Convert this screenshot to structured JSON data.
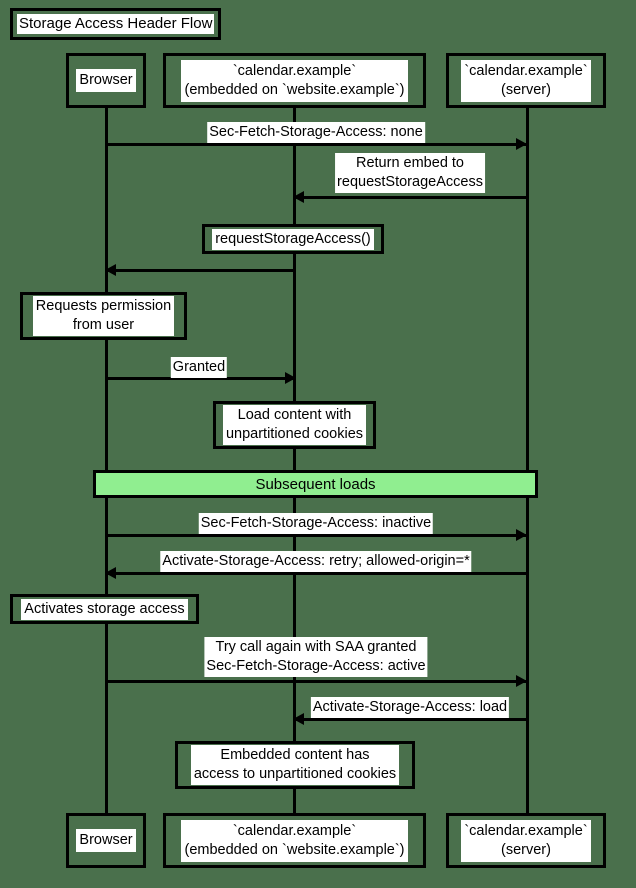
{
  "diagram": {
    "type": "sequence-diagram",
    "title": "Storage Access Header Flow",
    "background_color": "#4a704c",
    "accent_color": "#90ee90",
    "line_color": "#000000",
    "note_fill": "#ffffff"
  },
  "participants": [
    {
      "id": "browser",
      "label": "Browser"
    },
    {
      "id": "embed",
      "label": "`calendar.example`\n(embedded on `website.example`)"
    },
    {
      "id": "server",
      "label": "`calendar.example`\n(server)"
    }
  ],
  "messages": [
    {
      "id": "m1",
      "from": "browser",
      "to": "server",
      "direction": "right",
      "label": "Sec-Fetch-Storage-Access: none"
    },
    {
      "id": "m2",
      "from": "server",
      "to": "embed",
      "direction": "left",
      "label": "Return embed to\nrequestStorageAccess"
    },
    {
      "id": "m3",
      "from": "embed",
      "to": "browser",
      "direction": "left",
      "label": ""
    },
    {
      "id": "m4",
      "from": "browser",
      "to": "embed",
      "direction": "right",
      "label": "Granted"
    },
    {
      "id": "m5",
      "from": "browser",
      "to": "server",
      "direction": "right",
      "label": "Sec-Fetch-Storage-Access: inactive"
    },
    {
      "id": "m6",
      "from": "server",
      "to": "browser",
      "direction": "left",
      "label": "Activate-Storage-Access: retry; allowed-origin=*"
    },
    {
      "id": "m7",
      "from": "browser",
      "to": "server",
      "direction": "right",
      "label": "Try call again with SAA granted\nSec-Fetch-Storage-Access: active"
    },
    {
      "id": "m8",
      "from": "server",
      "to": "embed",
      "direction": "left",
      "label": "Activate-Storage-Access: load"
    }
  ],
  "notes": [
    {
      "id": "n1",
      "over": "embed",
      "text": "requestStorageAccess()"
    },
    {
      "id": "n2",
      "over": "browser",
      "text": "Requests permission\nfrom user"
    },
    {
      "id": "n3",
      "over": "embed",
      "text": "Load content with\nunpartitioned cookies"
    },
    {
      "id": "n4",
      "over": "browser",
      "text": "Activates storage access"
    },
    {
      "id": "n5",
      "over": "embed",
      "text": "Embedded content has\naccess to unpartitioned cookies"
    }
  ],
  "sections": [
    {
      "id": "s1",
      "label": "Subsequent loads",
      "color": "#90ee90"
    }
  ]
}
